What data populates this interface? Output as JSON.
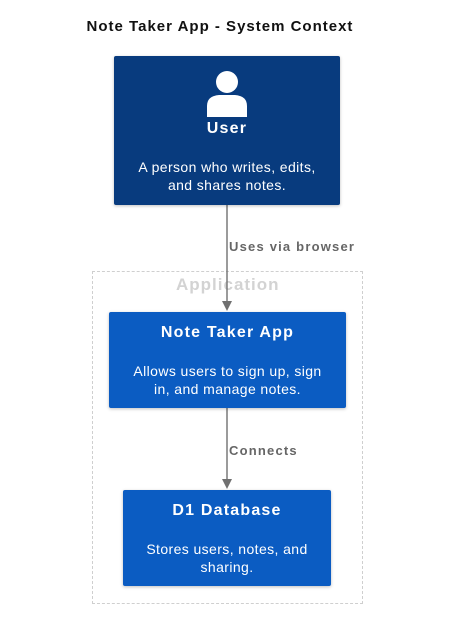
{
  "title": "Note Taker App - System Context",
  "boundary": {
    "label": "Application"
  },
  "nodes": {
    "user": {
      "name": "User",
      "description_line1": "A person who writes, edits,",
      "description_line2": "and shares notes.",
      "icon": "person-icon",
      "color": "#083b7e"
    },
    "app": {
      "name": "Note Taker App",
      "description_line1": "Allows users to sign up, sign",
      "description_line2": "in, and manage notes.",
      "color": "#0b5cc2"
    },
    "db": {
      "name": "D1 Database",
      "description_line1": "Stores users, notes, and",
      "description_line2": "sharing.",
      "color": "#0b5cc2"
    }
  },
  "edges": [
    {
      "from": "User",
      "to": "Note Taker App",
      "label": "Uses via browser"
    },
    {
      "from": "Note Taker App",
      "to": "D1 Database",
      "label": "Connects"
    }
  ]
}
